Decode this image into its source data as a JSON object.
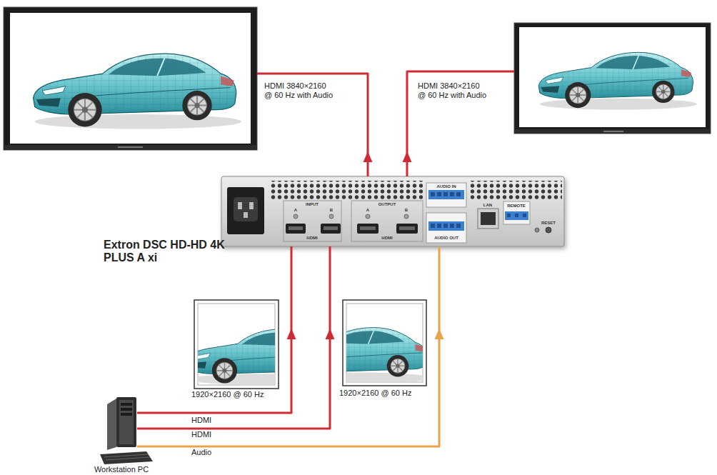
{
  "diagram": {
    "nodes": [
      {
        "text": []
      },
      {
        "text": []
      },
      {
        "text": [
          "Extron DSC HD-HD 4K PLUS A xi"
        ]
      },
      {
        "text": [
          "1920×2160 @ 60 Hz"
        ]
      },
      {
        "text": [
          "1920×2160 @ 60 Hz"
        ]
      },
      {
        "text": [
          "Workstation PC"
        ]
      }
    ],
    "edges": [
      {
        "from": 2,
        "to": 0,
        "arrow": "to",
        "label": "HDMI 3840×2160 @ 60 Hz with Audio"
      },
      {
        "from": 2,
        "to": 1,
        "arrow": "to",
        "label": "HDMI 3840×2160 @ 60 Hz with Audio"
      },
      {
        "from": 5,
        "to": 2,
        "arrow": "to",
        "label": "HDMI"
      },
      {
        "from": 5,
        "to": 2,
        "arrow": "to",
        "label": "HDMI"
      },
      {
        "from": 5,
        "to": 2,
        "arrow": "to",
        "label": "Audio"
      }
    ],
    "labels": [
      "INPUT",
      "A",
      "B",
      "HDMI",
      "OUTPUT",
      "A",
      "B",
      "HDMI",
      "AUDIO IN",
      "AUDIO OUT",
      "LAN",
      "REMOTE",
      "RESET"
    ]
  }
}
